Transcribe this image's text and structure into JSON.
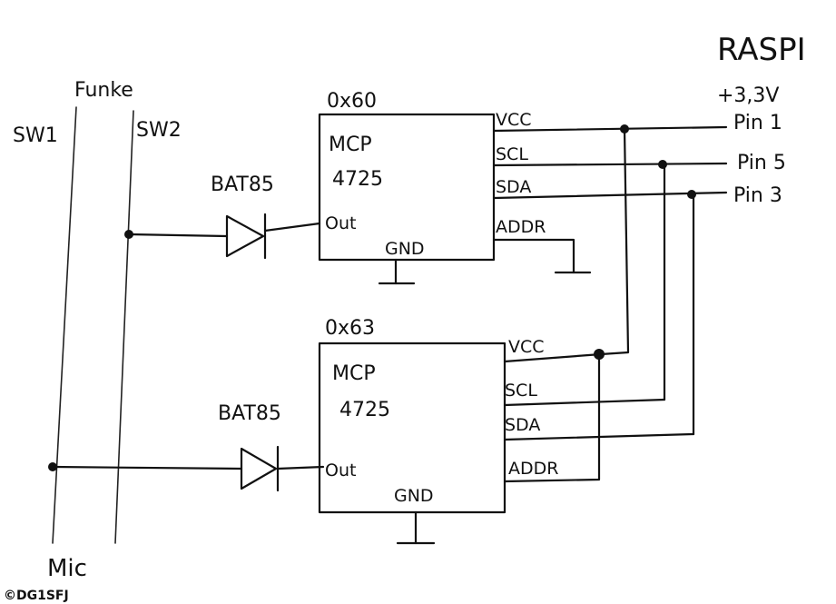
{
  "raspi": {
    "title": "RASPI",
    "supply": "+3,3V",
    "pins": [
      "Pin 1",
      "Pin 5",
      "Pin 3"
    ]
  },
  "radio": {
    "label": "Funke",
    "switch1": "SW1",
    "switch2": "SW2",
    "mic": "Mic"
  },
  "chips": [
    {
      "address": "0x60",
      "name": "MCP",
      "part": "4725",
      "out": "Out",
      "gnd": "GND",
      "pins": [
        "VCC",
        "SCL",
        "SDA",
        "ADDR"
      ]
    },
    {
      "address": "0x63",
      "name": "MCP",
      "part": "4725",
      "out": "Out",
      "gnd": "GND",
      "pins": [
        "VCC",
        "SCL",
        "SDA",
        "ADDR"
      ]
    }
  ],
  "diodes": [
    "BAT85",
    "BAT85"
  ],
  "copyright": "©DG1SFJ"
}
